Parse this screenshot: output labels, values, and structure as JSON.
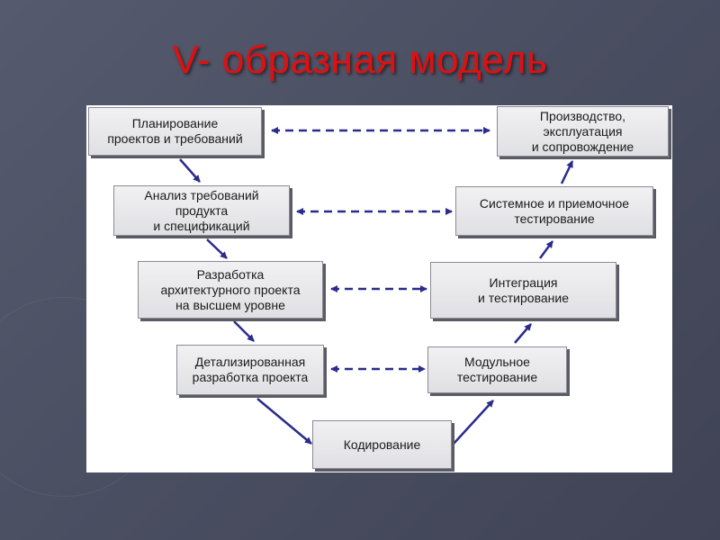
{
  "title": "V- образная модель",
  "colors": {
    "title": "#e01010",
    "arrow": "#2b2b8c",
    "box_fill": "#e6e6ea",
    "background": "#4c5063"
  },
  "left_branch": [
    {
      "id": "planning",
      "label": "Планирование\nпроектов и требований"
    },
    {
      "id": "analysis",
      "label": "Анализ требований\nпродукта\nи спецификаций"
    },
    {
      "id": "architecture",
      "label": "Разработка\nархитектурного проекта\nна высшем уровне"
    },
    {
      "id": "detailed",
      "label": "Детализированная\nразработка проекта"
    }
  ],
  "bottom": {
    "id": "coding",
    "label": "Кодирование"
  },
  "right_branch": [
    {
      "id": "unit",
      "label": "Модульное\nтестирование"
    },
    {
      "id": "integration",
      "label": "Интеграция\nи тестирование"
    },
    {
      "id": "system",
      "label": "Системное и приемочное\nтестирование"
    },
    {
      "id": "production",
      "label": "Производство,\nэксплуатация\nи сопровождение"
    }
  ]
}
